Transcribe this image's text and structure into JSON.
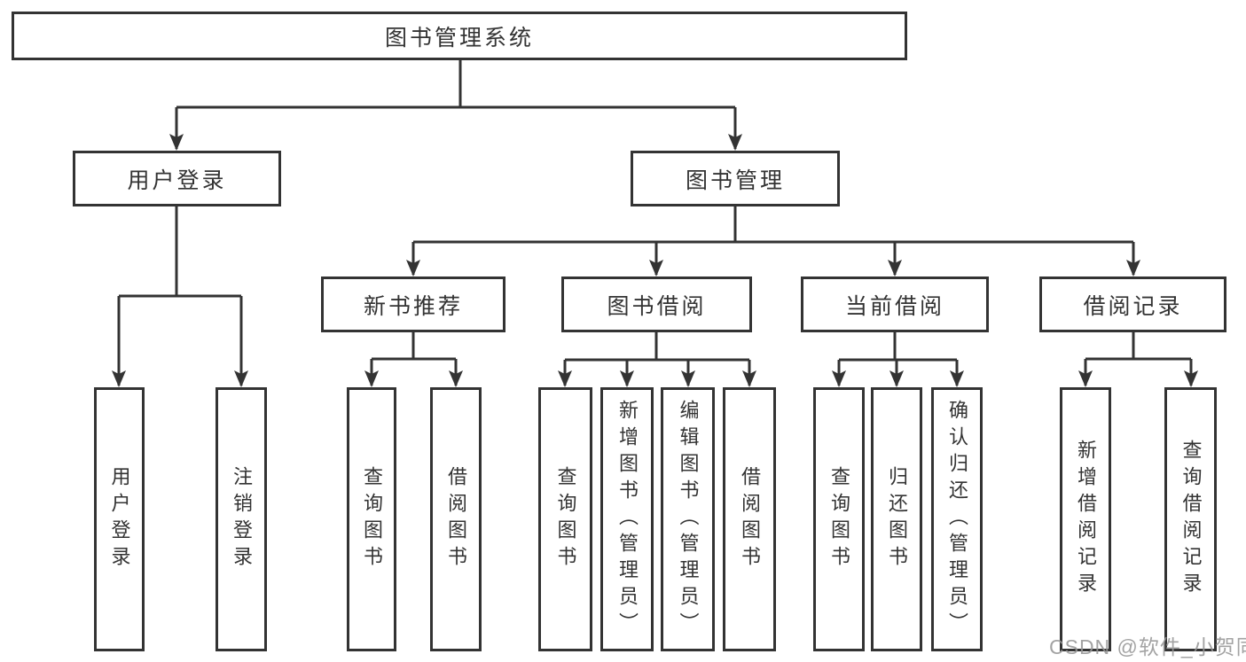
{
  "diagram": {
    "root": "图书管理系统",
    "level2": [
      "用户登录",
      "图书管理"
    ],
    "level3": [
      "新书推荐",
      "图书借阅",
      "当前借阅",
      "借阅记录"
    ],
    "leaves_user": [
      "用户登录",
      "注销登录"
    ],
    "leaves_newbook": [
      "查询图书",
      "借阅图书"
    ],
    "leaves_borrow": [
      "查询图书",
      "新增图书（管理员）",
      "编辑图书（管理员）",
      "借阅图书"
    ],
    "leaves_current": [
      "查询图书",
      "归还图书",
      "确认归还（管理员）"
    ],
    "leaves_records": [
      "新增借阅记录",
      "查询借阅记录"
    ]
  },
  "watermark": "CSDN @软件_小贺同学",
  "colors": {
    "line": "#333333",
    "box_background": "#ffffff",
    "text": "#333333",
    "watermark": "#969696"
  }
}
